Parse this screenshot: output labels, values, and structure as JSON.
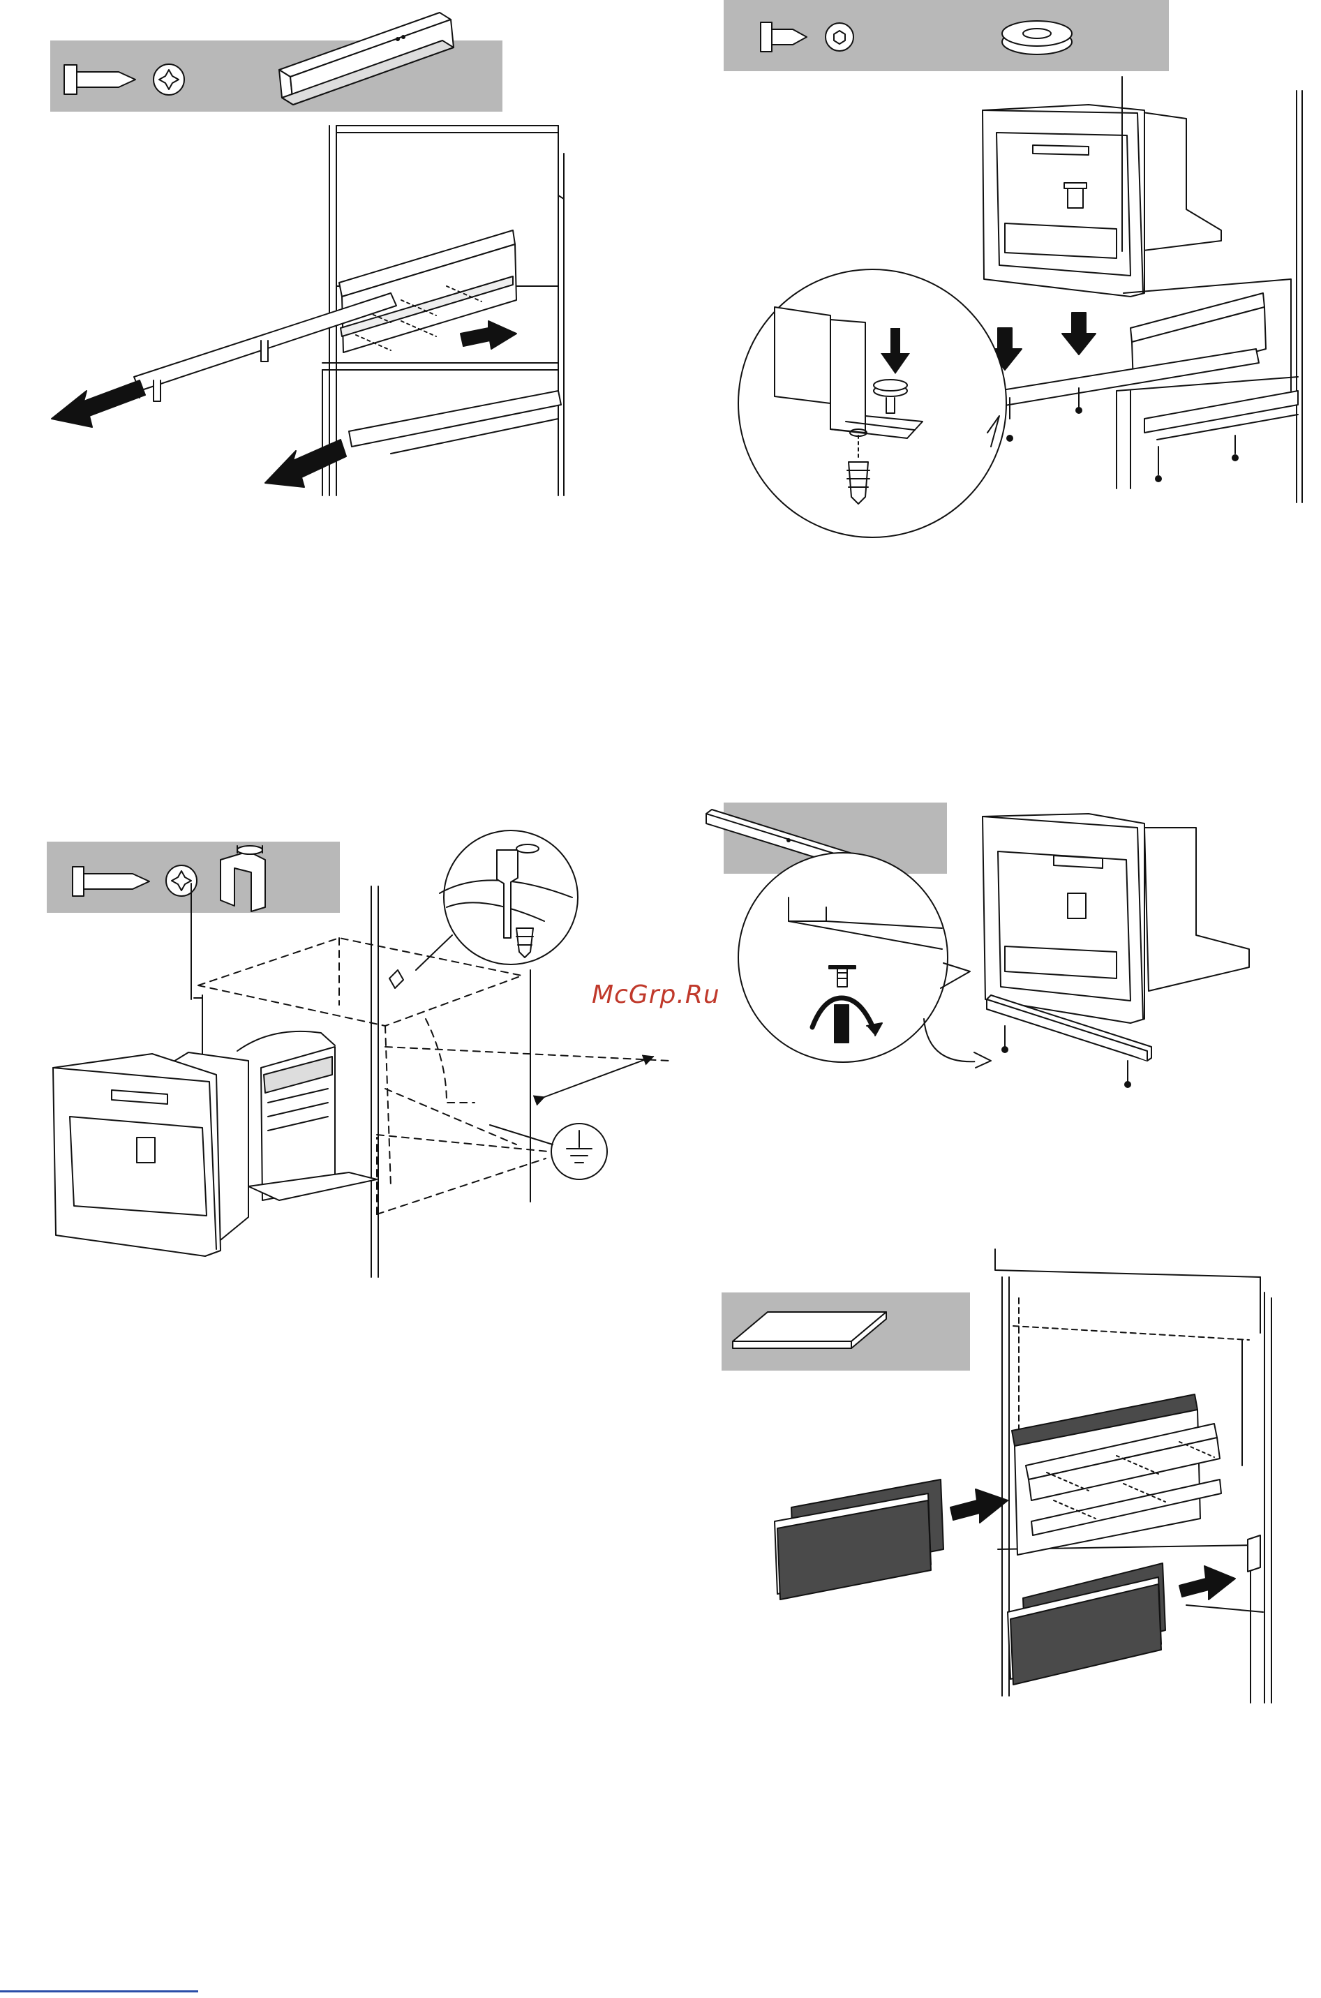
{
  "watermark": {
    "text": "McGrp.Ru"
  },
  "colors": {
    "panel_gray": "#b8b8b8",
    "line": "#111111",
    "dark_fill": "#4a4a4a",
    "watermark": "#c0392b",
    "footer_rule": "#2a4ea8"
  },
  "steps": [
    {
      "id": "step-1",
      "parts": [
        "screw-icon",
        "phillips-drive-icon",
        "mounting-rail-icon"
      ]
    },
    {
      "id": "step-2",
      "parts": [
        "screw-icon",
        "torx-drive-icon",
        "washer-icon"
      ]
    },
    {
      "id": "step-3",
      "parts": [
        "screw-icon",
        "phillips-drive-icon",
        "earth-clip-icon"
      ],
      "symbols": [
        "ground-icon"
      ]
    },
    {
      "id": "step-4",
      "parts": [
        "trim-strip-icon"
      ]
    },
    {
      "id": "step-5",
      "parts": [
        "spacer-panel-icon"
      ]
    }
  ]
}
